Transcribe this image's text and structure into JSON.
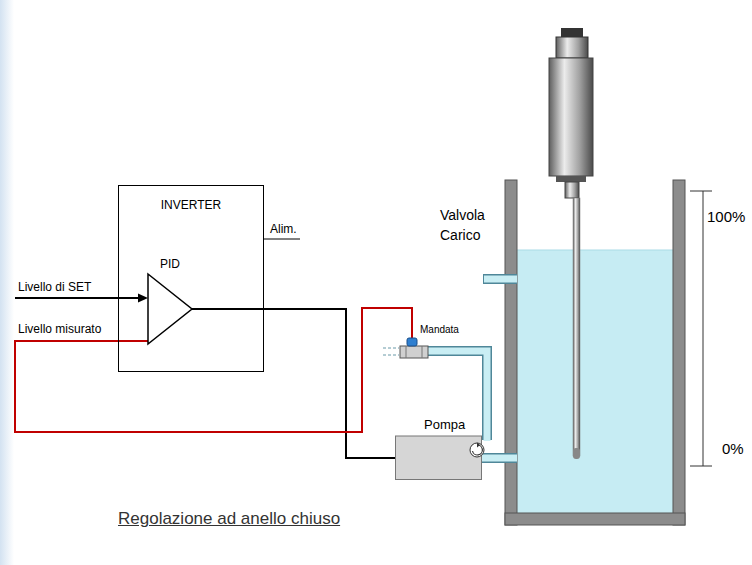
{
  "diagram": {
    "caption": "Regolazione ad anello chiuso",
    "nodes": [
      {
        "text": [
          "INVERTER"
        ]
      },
      {
        "text": [
          "PID"
        ],
        "in": 0
      },
      {
        "text": [
          "Mandata"
        ]
      },
      {
        "text": [
          "Pompa"
        ]
      }
    ],
    "edges": [
      {
        "from": 1,
        "to": 3,
        "arrow": "none"
      },
      {
        "from": 2,
        "to": 1,
        "arrow": "none"
      }
    ],
    "labels": [
      "Alim.",
      "Livello di SET",
      "Livello misurato",
      "Valvola Carico",
      "100%",
      "0%"
    ]
  }
}
